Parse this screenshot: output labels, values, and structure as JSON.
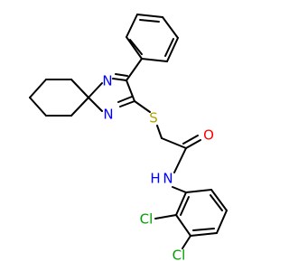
{
  "molecule": {
    "atoms": {
      "n1": {
        "label": "N",
        "color": "#0000ff"
      },
      "n2": {
        "label": "N",
        "color": "#0000ff"
      },
      "s": {
        "label": "S",
        "color": "#b5a100"
      },
      "o": {
        "label": "O",
        "color": "#ff0000"
      },
      "nh": {
        "label": "N",
        "color": "#0000ff"
      },
      "h": {
        "label": "H",
        "color": "#0000ff"
      },
      "cl1": {
        "label": "Cl",
        "color": "#00a000"
      },
      "cl2": {
        "label": "Cl",
        "color": "#00a000"
      }
    },
    "bond_color": "#000000"
  }
}
